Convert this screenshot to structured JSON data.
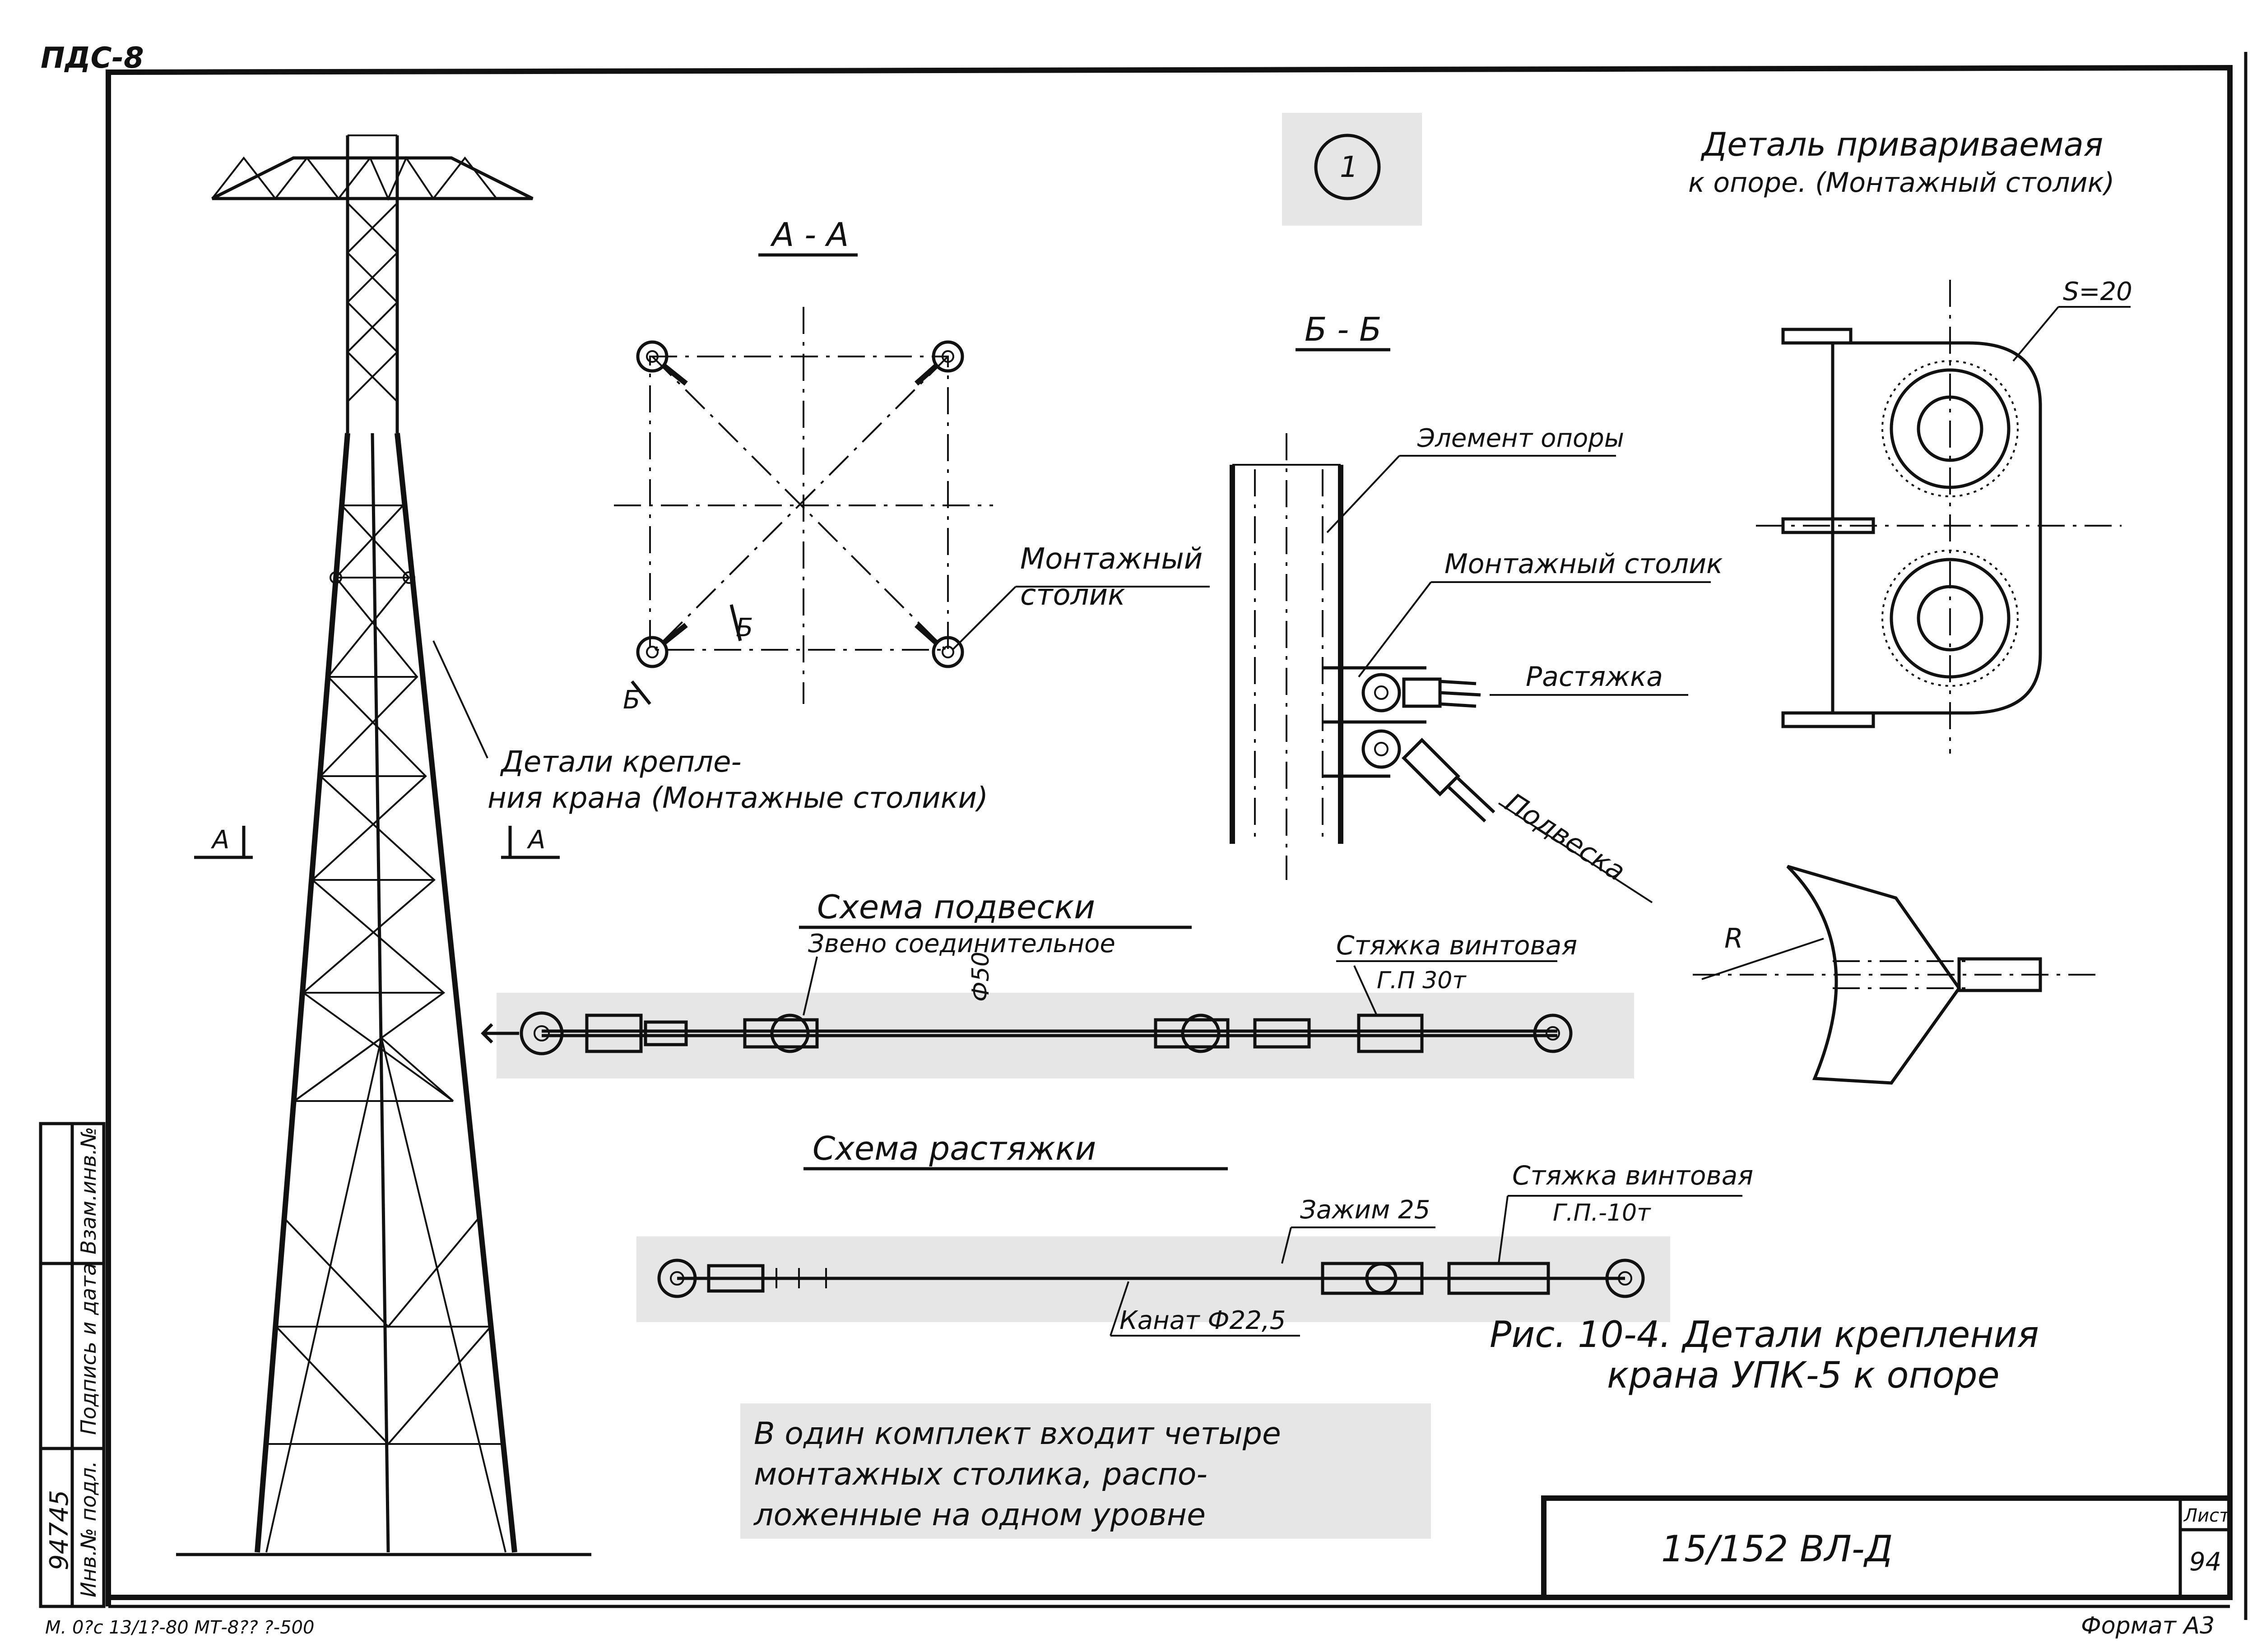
{
  "corner_code": "ПДС-8",
  "sheet_number_badge": "1",
  "towers": {
    "section_a_left": "A",
    "section_a_right": "A"
  },
  "callouts": {
    "crane_details": [
      "Детали крепле-",
      "ния крана (Монтажные столики)"
    ],
    "mounting_table_aa": [
      "Монтажный",
      "столик"
    ],
    "section_b_marks": [
      "Б",
      "Б"
    ]
  },
  "section_aa": {
    "title": "А - А"
  },
  "section_bb": {
    "title": "Б - Б",
    "support_element": "Элемент опоры",
    "mounting_table": "Монтажный столик",
    "guy": "Растяжка",
    "suspension": "Подвеска"
  },
  "welded_detail": {
    "title_line1": "Деталь привариваемая",
    "title_line2": "к опоре. (Монтажный столик)",
    "thickness": "S=20",
    "radius": "R"
  },
  "suspension_scheme": {
    "title": "Схема подвески",
    "link": "Звено соединительное",
    "diameter": "Ф50",
    "turnbuckle": "Стяжка винтовая",
    "capacity": "Г.П 30т"
  },
  "guy_scheme": {
    "title": "Схема растяжки",
    "clamp": "Зажим 25",
    "turnbuckle": "Стяжка винтовая",
    "capacity": "Г.П.-10т",
    "rope": "Канат Ф22,5"
  },
  "figure_caption": {
    "line1": "Рис. 10-4. Детали крепления",
    "line2": "крана УПК-5 к опоре"
  },
  "note": {
    "line1": "В один комплект входит четыре",
    "line2": "монтажных столика, распо-",
    "line3": "ложенные на одном уровне"
  },
  "title_block": {
    "drawing_code": "15/152 ВЛ-Д",
    "sheet_label": "Лист",
    "sheet_value": "94"
  },
  "side_stamp": {
    "inv_label": "Инв.№ подл.",
    "sign_label": "Подпись и дата",
    "swap_label": "Взам.инв.№",
    "inv_value": "94745"
  },
  "footer": {
    "left_code": "М. 0?с 13/1?-80 МТ-8?? ?-500",
    "format": "Формат А3"
  }
}
